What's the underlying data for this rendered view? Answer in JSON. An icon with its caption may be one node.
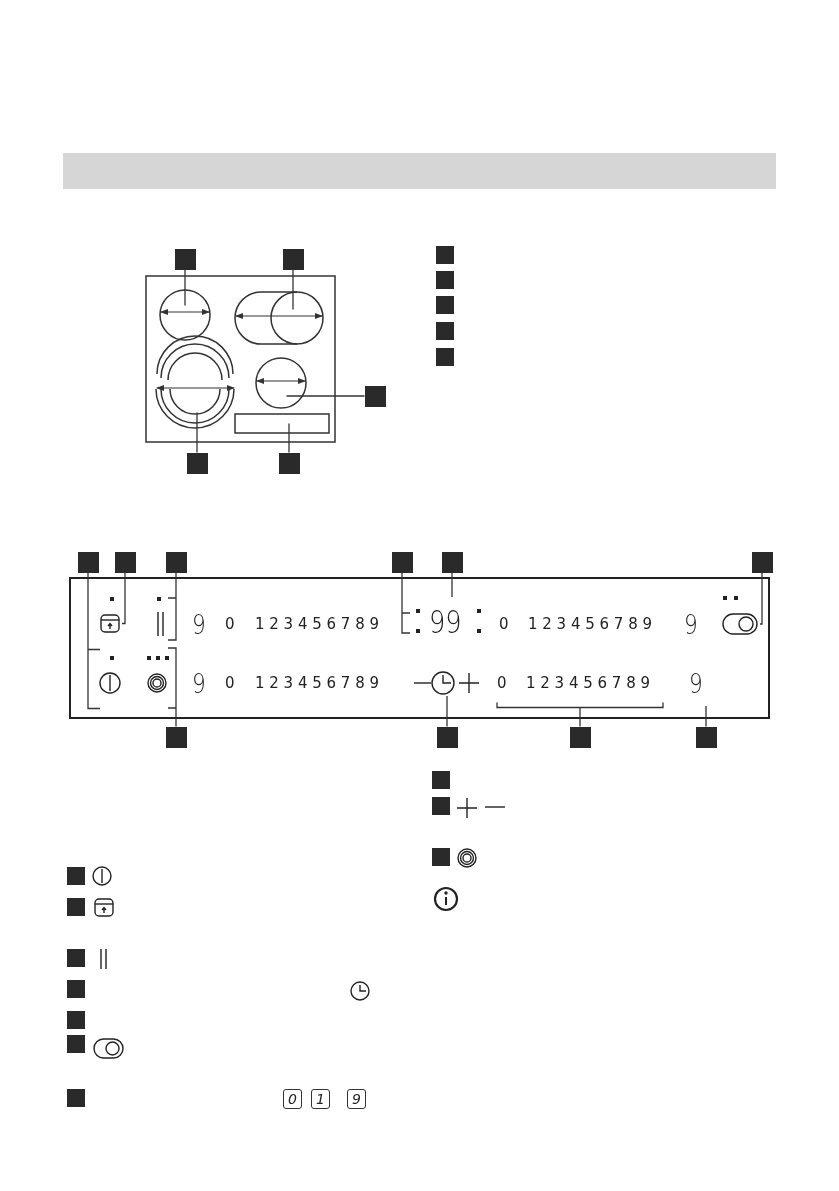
{
  "diagram": {
    "nodes": [
      {
        "text": [],
        "shape": "box"
      },
      {
        "text": [],
        "shape": "box"
      },
      {
        "text": [],
        "shape": "box"
      },
      {
        "text": [],
        "shape": "box"
      },
      {
        "text": [],
        "shape": "box"
      },
      {
        "text": [],
        "shape": "box"
      },
      {
        "text": [],
        "shape": "box"
      },
      {
        "text": [],
        "shape": "box"
      },
      {
        "text": [],
        "shape": "box"
      },
      {
        "text": [],
        "shape": "box"
      },
      {
        "text": [],
        "shape": "box"
      },
      {
        "text": [],
        "shape": "box"
      },
      {
        "text": [],
        "shape": "box"
      },
      {
        "text": [],
        "shape": "box"
      },
      {
        "text": [],
        "shape": "box"
      },
      {
        "text": [],
        "shape": "box"
      },
      {
        "text": [],
        "shape": "box"
      },
      {
        "text": [],
        "shape": "box"
      },
      {
        "text": [],
        "shape": "box"
      },
      {
        "text": [],
        "shape": "box"
      },
      {
        "text": [],
        "shape": "box"
      },
      {
        "text": [],
        "shape": "box"
      },
      {
        "text": [],
        "shape": "box"
      },
      {
        "text": [],
        "shape": "box"
      },
      {
        "text": [],
        "shape": "box"
      },
      {
        "text": [],
        "shape": "box"
      },
      {
        "text": [],
        "shape": "box"
      },
      {
        "text": [],
        "shape": "box"
      },
      {
        "text": [],
        "shape": "box"
      },
      {
        "text": [],
        "shape": "box"
      },
      {
        "text": [],
        "shape": "lock"
      },
      {
        "text": [],
        "shape": "toggle"
      },
      {
        "text": [],
        "shape": "clock"
      }
    ],
    "edges": [
      {
        "from": 0,
        "to": null,
        "arrow": "none"
      },
      {
        "from": 1,
        "to": null,
        "arrow": "none"
      },
      {
        "from": 7,
        "to": null,
        "arrow": "none"
      },
      {
        "from": 8,
        "to": null,
        "arrow": "none"
      },
      {
        "from": 9,
        "to": null,
        "arrow": "none"
      },
      {
        "from": 10,
        "to": null,
        "arrow": "none"
      },
      {
        "from": 11,
        "to": 30,
        "arrow": "none"
      },
      {
        "from": 12,
        "to": null,
        "arrow": "none"
      },
      {
        "from": 13,
        "to": null,
        "arrow": "none"
      },
      {
        "from": 14,
        "to": null,
        "arrow": "none"
      },
      {
        "from": 15,
        "to": 31,
        "arrow": "none"
      },
      {
        "from": 16,
        "to": null,
        "arrow": "none"
      },
      {
        "from": 17,
        "to": 32,
        "arrow": "none"
      },
      {
        "from": 18,
        "to": null,
        "arrow": "none"
      },
      {
        "from": 19,
        "to": null,
        "arrow": "none"
      }
    ],
    "labels": [
      "9",
      "0",
      "1 2 3 4 5 6 7 8 9",
      "99",
      "0",
      "1 2 3 4 5 6 7 8 9",
      "9",
      "9",
      "0",
      "1 2 3 4 5 6 7 8 9",
      "0",
      "1 2 3 4 5 6 7 8 9",
      "9",
      "0",
      "1",
      "9"
    ]
  }
}
